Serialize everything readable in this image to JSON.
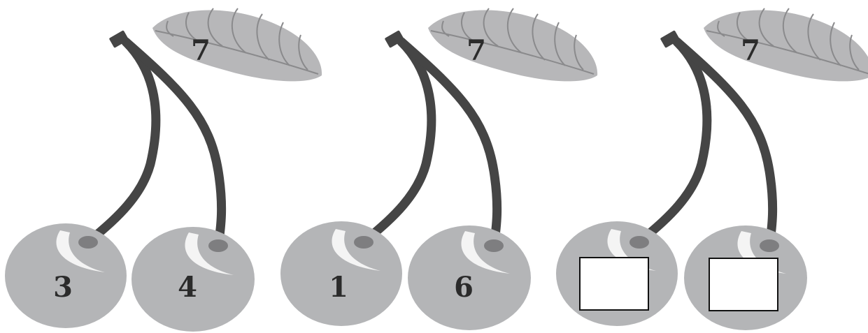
{
  "colors": {
    "leaf": "#b7b7b9",
    "vein": "#8a8a8c",
    "stem": "#454545",
    "cherry": "#b4b5b7",
    "highlight": "#f4f4f4",
    "stem_socket": "#7e7e80",
    "text": "#2b2b2b",
    "answer_box_fill": "#ffffff",
    "answer_box_stroke": "#111111"
  },
  "groups": [
    {
      "total": "7",
      "left": "3",
      "right": "4"
    },
    {
      "total": "7",
      "left": "1",
      "right": "6"
    },
    {
      "total": "7",
      "left": "",
      "right": "",
      "left_is_blank_box": true,
      "right_is_blank_box": true
    }
  ]
}
